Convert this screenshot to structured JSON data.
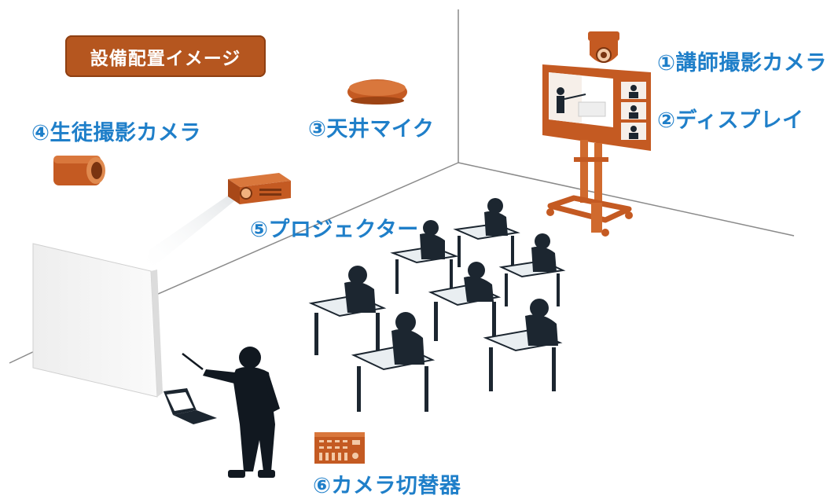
{
  "title": "設備配置イメージ",
  "labels": {
    "camera_instructor": "①講師撮影カメラ",
    "display": "②ディスプレイ",
    "ceiling_mic": "③天井マイク",
    "camera_student": "④生徒撮影カメラ",
    "projector": "⑤プロジェクター",
    "switcher": "⑥カメラ切替器"
  },
  "colors": {
    "label_blue": "#1f7fc9",
    "equipment_orange": "#c4622a",
    "badge_brown": "#b5561f",
    "silhouette": "#1c2630"
  }
}
